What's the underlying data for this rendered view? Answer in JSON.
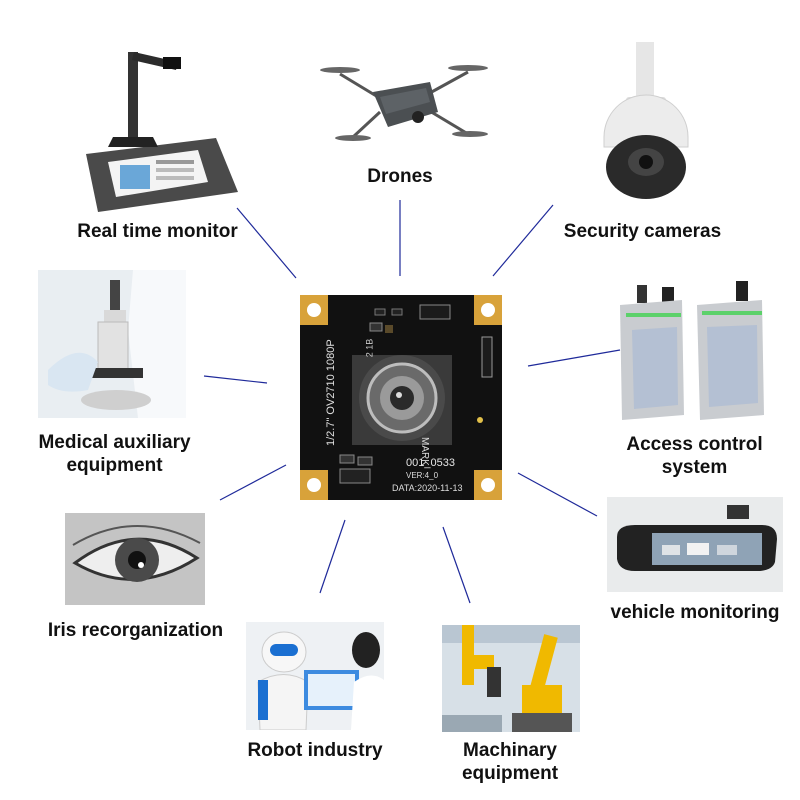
{
  "center": {
    "module_text": "1/2.7\" OV2710 1080P",
    "id_text": "001_0533",
    "ver_text": "VER:4_0",
    "date_text": "DATA:2020-11-13",
    "mark_text": "MARK",
    "small_text": "2 1B"
  },
  "applications": [
    {
      "key": "real-time-monitor",
      "label": "Real time monitor"
    },
    {
      "key": "drones",
      "label": "Drones"
    },
    {
      "key": "security-cameras",
      "label": "Security cameras"
    },
    {
      "key": "medical",
      "label_line1": "Medical auxiliary",
      "label_line2": "equipment"
    },
    {
      "key": "access-control",
      "label_line1": "Access control",
      "label_line2": "system"
    },
    {
      "key": "vehicle-monitoring",
      "label": "vehicle monitoring"
    },
    {
      "key": "iris",
      "label": "Iris recorganization"
    },
    {
      "key": "robot",
      "label": "Robot industry"
    },
    {
      "key": "machinary",
      "label_line1": "Machinary",
      "label_line2": "equipment"
    }
  ],
  "colors": {
    "connector": "#1f2a9a",
    "pcb": "#111111",
    "pad": "#d8a23a",
    "text": "#111111"
  }
}
